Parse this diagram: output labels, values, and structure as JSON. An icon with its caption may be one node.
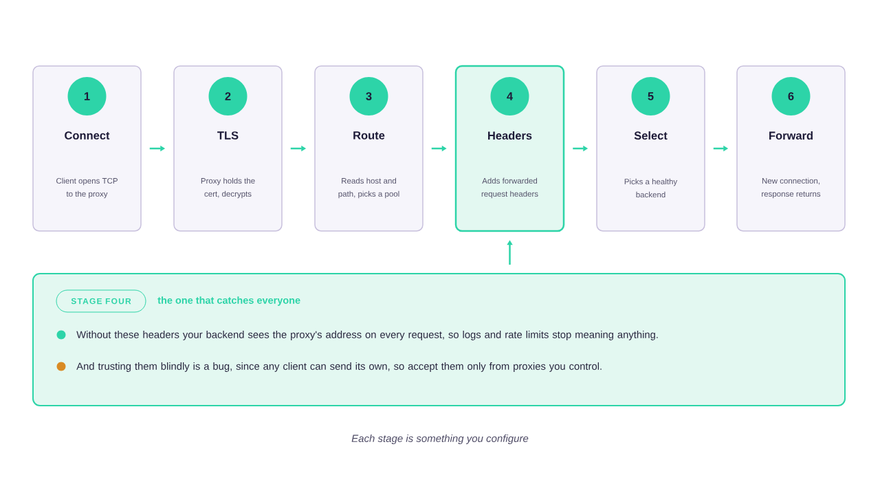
{
  "diagram": {
    "nodes": [
      {
        "text": [
          "Connect",
          "Client opens TCP to the proxy"
        ]
      },
      {
        "text": [
          "1"
        ],
        "in": 0
      },
      {
        "text": [
          "TLS",
          "Proxy holds the cert, decrypts"
        ]
      },
      {
        "text": [
          "2"
        ],
        "in": 2
      },
      {
        "text": [
          "Route",
          "Reads host and path, picks a pool"
        ]
      },
      {
        "text": [
          "3"
        ],
        "in": 4
      },
      {
        "text": [
          "Headers",
          "Adds forwarded request headers"
        ]
      },
      {
        "text": [
          "4"
        ],
        "in": 6
      },
      {
        "text": [
          "Select",
          "Picks a healthy backend"
        ]
      },
      {
        "text": [
          "5"
        ],
        "in": 8
      },
      {
        "text": [
          "Forward",
          "New connection, response returns"
        ]
      },
      {
        "text": [
          "6"
        ],
        "in": 10
      },
      {
        "text": [
          "the one that catches everyone",
          "Without these headers your backend sees the proxy's address on every request, so logs and rate limits stop meaning anything.",
          "And trusting them blindly is a bug, since any client can send its own, so accept them only from proxies you control."
        ]
      },
      {
        "text": [
          "STAGE FOUR"
        ],
        "in": 12
      }
    ],
    "edges": [
      {
        "from": 0,
        "to": 2,
        "arrow": "to"
      },
      {
        "from": 2,
        "to": 4,
        "arrow": "to"
      },
      {
        "from": 4,
        "to": 6,
        "arrow": "to"
      },
      {
        "from": 6,
        "to": 8,
        "arrow": "to"
      },
      {
        "from": 8,
        "to": 10,
        "arrow": "to"
      },
      {
        "from": 12,
        "to": 6,
        "arrow": "to"
      }
    ],
    "caption": "Each stage is something you configure"
  }
}
